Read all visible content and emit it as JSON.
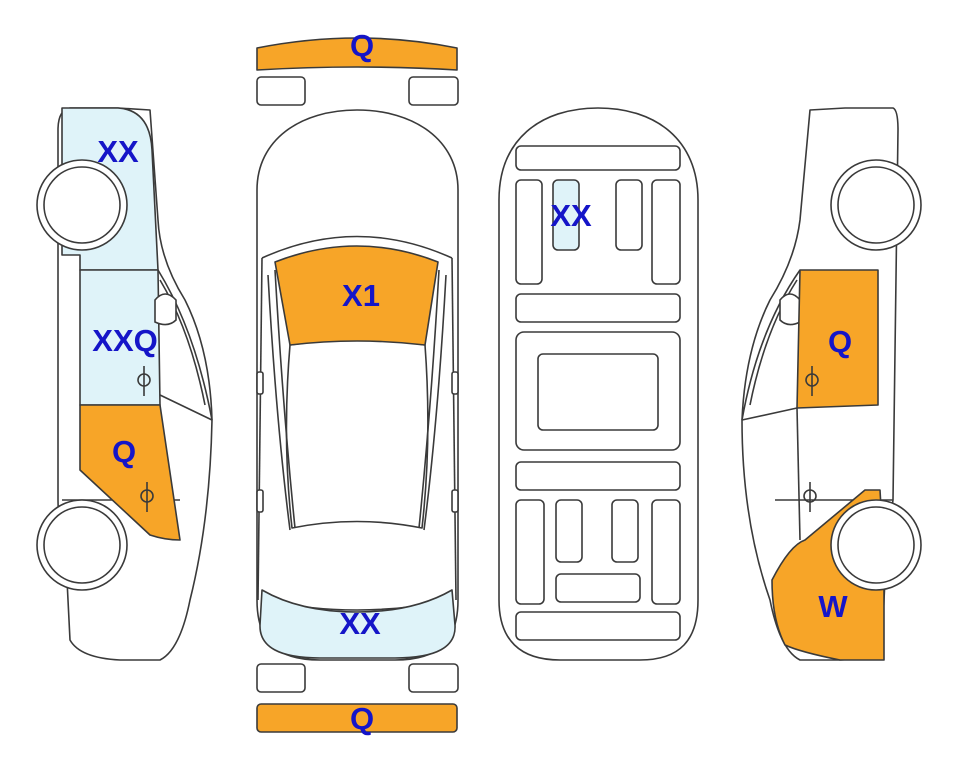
{
  "colors": {
    "damaged": "#f7a528",
    "light": "#dff3f9",
    "label": "#1515c8",
    "outline": "#3a3a3a"
  },
  "panels": {
    "front_bumper": {
      "label": "Q",
      "state": "damaged"
    },
    "rear_bumper": {
      "label": "Q",
      "state": "damaged"
    },
    "windshield": {
      "label": "X1",
      "state": "damaged"
    },
    "rear_window": {
      "label": "XX",
      "state": "light"
    },
    "left_front_fender": {
      "label": "XX",
      "state": "light"
    },
    "left_front_door": {
      "label": "XXQ",
      "state": "light"
    },
    "left_rear_door": {
      "label": "Q",
      "state": "damaged"
    },
    "underbody_part": {
      "label": "XX",
      "state": "light"
    },
    "right_front_door": {
      "label": "Q",
      "state": "damaged"
    },
    "right_rear_quarter": {
      "label": "W",
      "state": "damaged"
    }
  }
}
